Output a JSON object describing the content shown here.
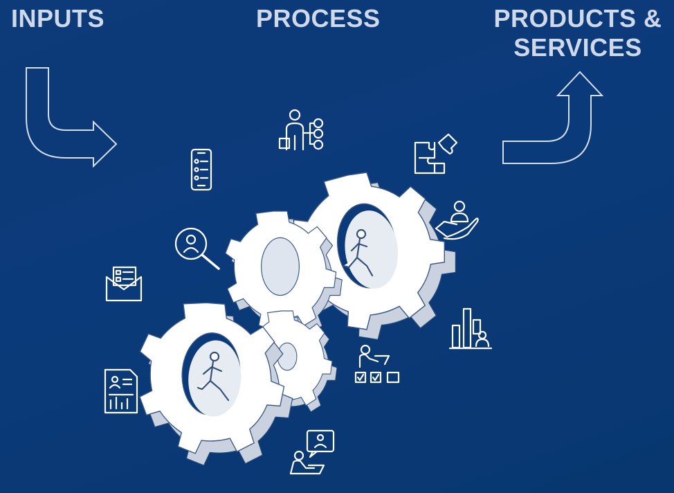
{
  "headings": {
    "inputs": "INPUTS",
    "process": "PROCESS",
    "products_line1": "PRODUCTS &",
    "products_line2": "SERVICES"
  },
  "colors": {
    "background": "#0b3a7a",
    "heading_text": "#cfd9ea",
    "icon_stroke": "#ffffff",
    "gear_fill": "#ffffff",
    "gear_shade": "#dfe5ee"
  },
  "icons": {
    "inputs": [
      "mobile-checklist-icon",
      "search-person-icon",
      "mail-letter-icon",
      "profile-report-icon"
    ],
    "process": [
      "presenter-hierarchy-icon",
      "worker-laptop-checklist-icon",
      "person-chat-laptop-icon"
    ],
    "outputs": [
      "puzzle-pieces-icon",
      "hand-holding-person-icon",
      "bar-chart-person-icon"
    ]
  }
}
